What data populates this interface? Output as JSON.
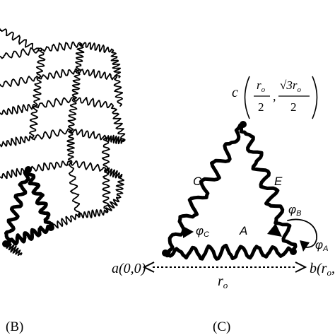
{
  "panel_b": {
    "label": "(B)"
  },
  "panel_c": {
    "label": "(C)",
    "vertex_a": "a(0,0)",
    "vertex_b": "b(r",
    "vertex_b_sub": "o",
    "vertex_b_tail": ",",
    "vertex_c": "c",
    "c_x_num": "r",
    "c_x_num_sub": "o",
    "c_x_den": "2",
    "c_comma": ",",
    "c_y_num": "√3r",
    "c_y_num_sub": "o",
    "c_y_den": "2",
    "edge_a": "A",
    "edge_c": "C",
    "edge_e": "E",
    "phi_a": "φ",
    "phi_a_sub": "A",
    "phi_b": "φ",
    "phi_b_sub": "B",
    "phi_c": "φ",
    "phi_c_sub": "C",
    "length_label": "r",
    "length_sub": "o"
  }
}
